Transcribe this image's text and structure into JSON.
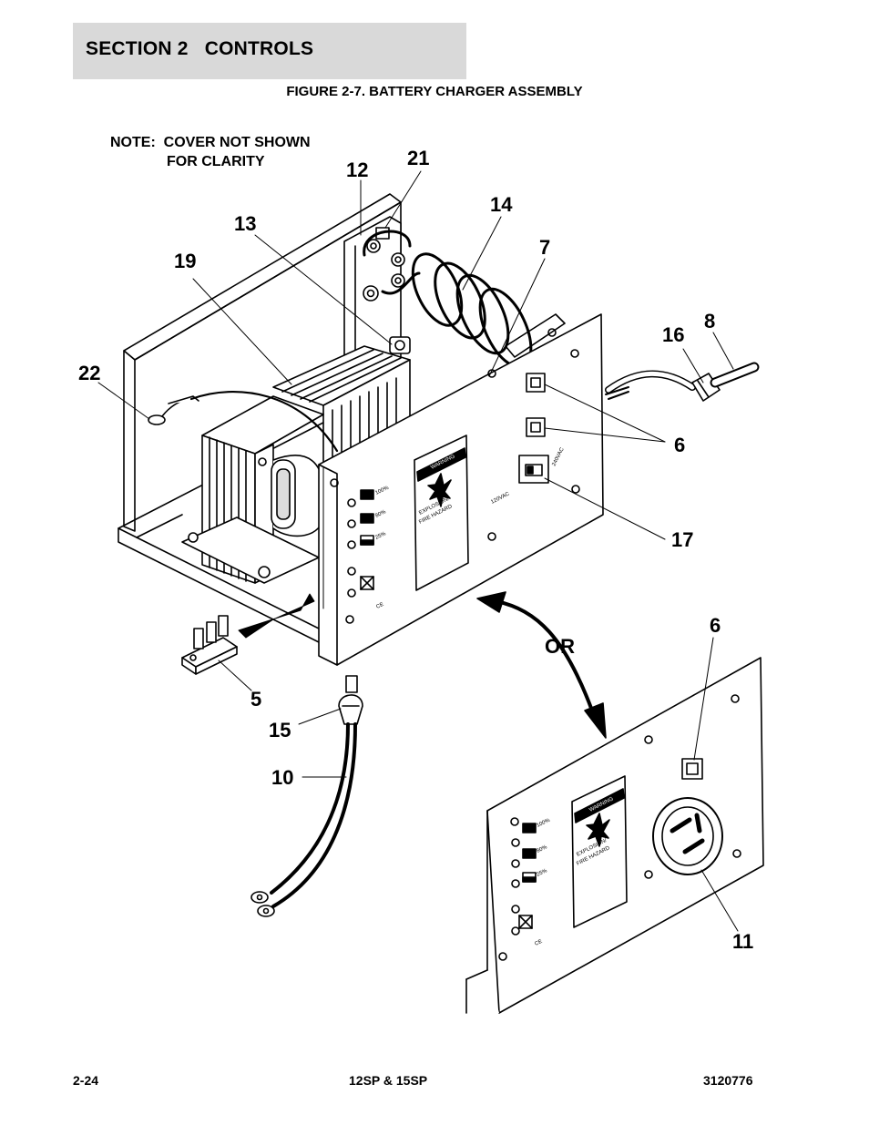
{
  "header": {
    "section": "SECTION 2   CONTROLS",
    "figure_title": "FIGURE 2-7. BATTERY CHARGER ASSEMBLY"
  },
  "note": {
    "line1": "NOTE:  COVER NOT SHOWN",
    "line2": "FOR CLARITY"
  },
  "callouts": {
    "c12": "12",
    "c21": "21",
    "c14": "14",
    "c13": "13",
    "c7": "7",
    "c19": "19",
    "c8": "8",
    "c16": "16",
    "c22": "22",
    "c6a": "6",
    "c17": "17",
    "c6b": "6",
    "c5": "5",
    "c15": "15",
    "c10": "10",
    "c11": "11",
    "or": "OR"
  },
  "panel_labels": {
    "warning": "WARNING",
    "explosion": "EXPLOSION/",
    "fire": "FIRE HAZARD",
    "p100": "100%",
    "p80": "80%",
    "p25": "25%",
    "v120": "120VAC",
    "v240": "240VAC",
    "ce": "CE"
  },
  "footer": {
    "page": "2-24",
    "model": "12SP & 15SP",
    "doc": "3120776"
  }
}
